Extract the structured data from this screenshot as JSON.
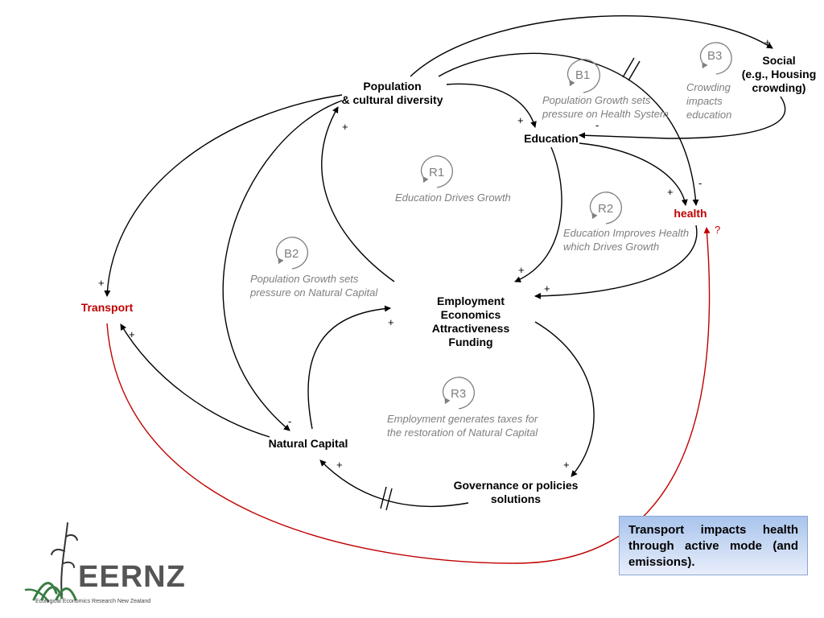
{
  "nodes": {
    "population": [
      "Population",
      "& cultural diversity"
    ],
    "education": "Education",
    "health": "health",
    "social": [
      "Social",
      "(e.g., Housing",
      "crowding)"
    ],
    "transport": "Transport",
    "employment": [
      "Employment",
      "Economics",
      "Attractiveness",
      "Funding"
    ],
    "natural_capital": "Natural Capital",
    "governance": [
      "Governance or policies",
      "solutions"
    ]
  },
  "loops": {
    "b1": {
      "id": "B1",
      "label": [
        "Population Growth sets",
        "pressure on Health System"
      ]
    },
    "b2": {
      "id": "B2",
      "label": [
        "Population Growth sets",
        "pressure on Natural Capital"
      ]
    },
    "b3": {
      "id": "B3",
      "label": [
        "Crowding",
        "impacts",
        "education"
      ]
    },
    "r1": {
      "id": "R1",
      "label": [
        "Education Drives Growth"
      ]
    },
    "r2": {
      "id": "R2",
      "label": [
        "Education  Improves Health",
        "which Drives Growth"
      ]
    },
    "r3": {
      "id": "R3",
      "label": [
        "Employment generates taxes for",
        "the restoration of Natural Capital"
      ]
    }
  },
  "signs": {
    "plus": "+",
    "minus": "-",
    "question": "?"
  },
  "note": "Transport impacts health through active mode (and emissions).",
  "logo": {
    "name": "EERNZ",
    "subtitle": "Ecological Economics Research New Zealand"
  },
  "colors": {
    "arrow": "#000000",
    "highlight": "#c00000",
    "loop_label": "#7f7f7f"
  }
}
